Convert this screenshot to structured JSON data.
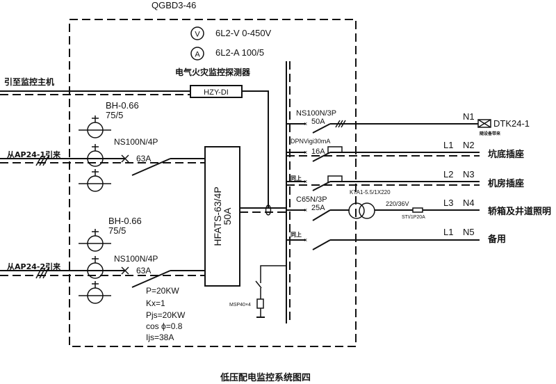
{
  "panel": {
    "name": "QGBD3-46",
    "voltmeter": {
      "symbol": "V",
      "label": "6L2-V  0-450V"
    },
    "ammeter": {
      "symbol": "A",
      "label": "6L2-A  100/5"
    },
    "detector_title": "电气火灾监控探测器",
    "detector_model": "HZY-DI",
    "to_monitor_host": "引至监控主机"
  },
  "incoming": [
    {
      "source": "从AP24-1引来",
      "ct_model": "BH-0.66",
      "ct_ratio": "75/5",
      "breaker_model": "NS100N/4P",
      "breaker_rating": "63A"
    },
    {
      "source": "从AP24-2引来",
      "ct_model": "BH-0.66",
      "ct_ratio": "75/5",
      "breaker_model": "NS100N/4P",
      "breaker_rating": "63A"
    }
  ],
  "ats": {
    "model": "HFATS-63/4P",
    "rating": "50A"
  },
  "load_calc": {
    "p": "P=20KW",
    "kx": "Kx=1",
    "pjs": "Pjs=20KW",
    "cos": "cos ϕ=0.8",
    "ijs": "Ijs=38A"
  },
  "spd": {
    "label": "MSP40×4"
  },
  "outgoing": [
    {
      "breaker_model": "NS100N/3P",
      "breaker_rating": "50A",
      "phase": "",
      "circuit": "N1",
      "load": "DTK24-1",
      "load_note": "随设备带来"
    },
    {
      "breaker_model": "DPNVigi30mA",
      "breaker_rating": "16A",
      "phase": "L1",
      "circuit": "N2",
      "load": "坑底插座"
    },
    {
      "breaker_model": "同上",
      "breaker_rating": "",
      "phase": "L2",
      "circuit": "N3",
      "load": "机房插座"
    },
    {
      "breaker_model": "C65N/3P",
      "breaker_rating": "25A",
      "phase": "L3",
      "circuit": "N4",
      "load": "轿箱及井道照明",
      "transformer_model": "KTA1-5.5/1X220",
      "transformer_ratio": "220/36V",
      "fuse": "STI/1P20A"
    },
    {
      "breaker_model": "同上",
      "breaker_rating": "",
      "phase": "L1",
      "circuit": "N5",
      "load": "备用"
    }
  ],
  "caption": "低压配电监控系统图四"
}
